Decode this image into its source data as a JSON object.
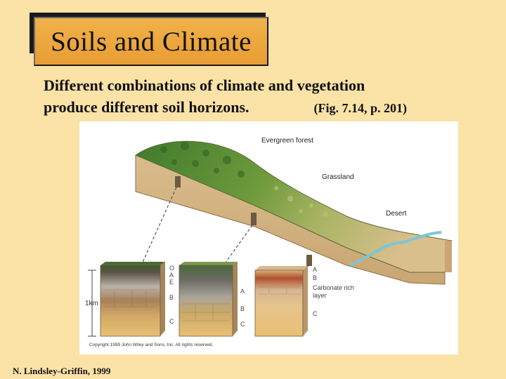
{
  "slide": {
    "title": "Soils and Climate",
    "subtitle_line1": "Different combinations of climate and vegetation",
    "subtitle_line2": "produce different soil horizons.",
    "figure_reference": "(Fig. 7.14, p. 201)",
    "author_credit": "N. Lindsley-Griffin, 1999"
  },
  "figure": {
    "biome_labels": {
      "forest": "Evergreen forest",
      "grassland": "Grassland",
      "desert": "Desert"
    },
    "scale_label": "1km",
    "forest_horizons": [
      "O",
      "A",
      "E",
      "B",
      "C"
    ],
    "grassland_horizons": [
      "A",
      "B",
      "C"
    ],
    "desert_horizons": [
      "A",
      "B",
      "Carbonate rich",
      "layer",
      "C"
    ],
    "copyright": "Copyright 1999 John Wiley and Sons, Inc. All rights reserved."
  },
  "colors": {
    "background": "#fbe2a6",
    "title_box": "#eda53a",
    "forest_green": "#3f7a2c",
    "grass_green": "#8aa84a",
    "desert_tan": "#d9bf8c",
    "river_blue": "#7fc4d6"
  }
}
